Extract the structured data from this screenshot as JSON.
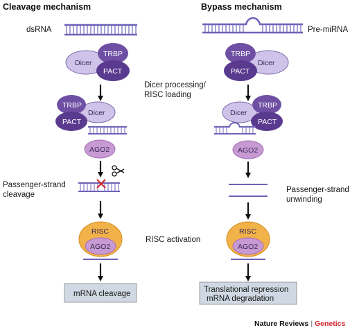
{
  "titles": {
    "left": "Cleavage mechanism",
    "right": "Bypass mechanism"
  },
  "labels": {
    "dsrna": "dsRNA",
    "pre_mirna": "Pre-miRNA",
    "dicer_processing_1": "Dicer processing/",
    "dicer_processing_2": "RISC loading",
    "passenger_cleavage_1": "Passenger-strand",
    "passenger_cleavage_2": "cleavage",
    "passenger_unwinding_1": "Passenger-strand",
    "passenger_unwinding_2": "unwinding",
    "risc_activation": "RISC activation"
  },
  "proteins": {
    "trbp": "TRBP",
    "dicer": "Dicer",
    "pact": "PACT",
    "ago2": "AGO2",
    "risc": "RISC"
  },
  "outcomes": {
    "left": "mRNA cleavage",
    "right_line1": "Translational repression",
    "right_line2": "mRNA degradation"
  },
  "credit": {
    "journal": "Nature Reviews",
    "separator": " | ",
    "section": "Genetics"
  },
  "colors": {
    "rna_strand": "#6d63b8",
    "trbp_fill": "#6e4fa3",
    "pact_fill": "#5a3a8f",
    "dicer_fill": "#cfc3ea",
    "ago2_fill": "#c79ad3",
    "risc_fill": "#f2b24a",
    "outcome_box": "#cfd8e3",
    "cleavage_mark": "#d2232a",
    "credit_section": "#d2232a"
  }
}
